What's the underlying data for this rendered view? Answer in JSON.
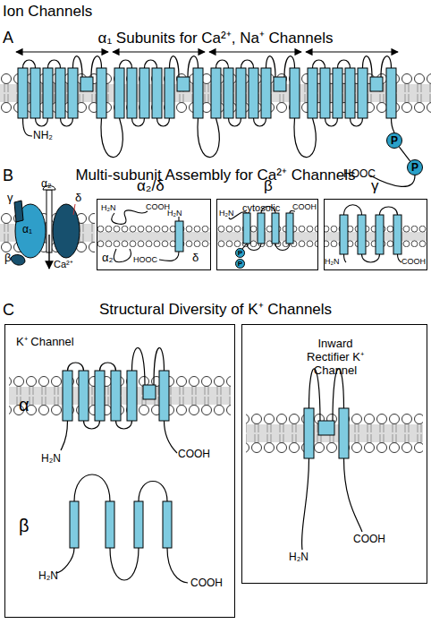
{
  "diagram": {
    "title": "Ion Channels",
    "nodes": [
      {
        "text": [
          "P"
        ]
      },
      {
        "text": [
          "P"
        ]
      },
      {
        "text": [
          "α₂/δ",
          "H₂N",
          "COOH",
          "H₂N",
          "α₂",
          "HOOC",
          "δ"
        ]
      },
      {
        "text": [
          "β",
          "cytosolic",
          "H₂N",
          "COOH"
        ]
      },
      {
        "text": [
          "P"
        ],
        "in": 3
      },
      {
        "text": [
          "P"
        ],
        "in": 3
      },
      {
        "text": [
          "γ",
          "H₂N",
          "COOH"
        ]
      },
      {
        "text": [
          "K⁺ Channel",
          "α",
          "H₂N",
          "COOH",
          "β",
          "H₂N",
          "COOH"
        ]
      },
      {
        "text": [
          "Inward Rectifier K⁺ Channel",
          "H₂N",
          "COOH"
        ]
      }
    ],
    "edges": [
      {
        "from": 0,
        "to": 1,
        "arrow": "none"
      }
    ],
    "labels": [
      "A",
      "α₁ Subunits for Ca²⁺, Na⁺ Channels",
      "NH₂",
      "HOOC",
      "B",
      "Multi-subunit Assembly for Ca²⁺ Channels",
      "α₂",
      "γ",
      "δ",
      "α₁",
      "β",
      "Ca²⁺",
      "C",
      "Structural Diversity of K⁺ Channels"
    ]
  }
}
